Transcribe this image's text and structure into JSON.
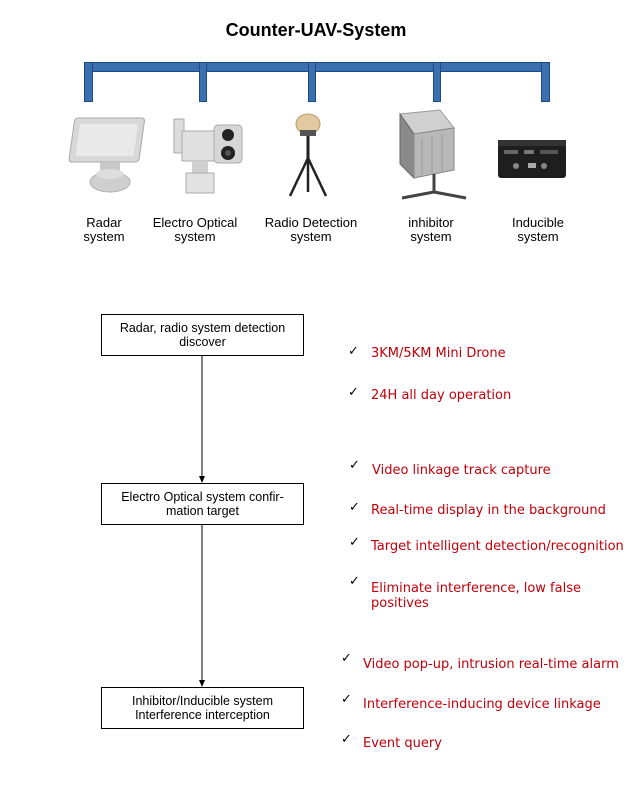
{
  "title": "Counter-UAV-System",
  "devices": [
    {
      "line1": "Radar",
      "line2": "system",
      "icon": "radar-icon"
    },
    {
      "line1": "Electro Optical",
      "line2": "system",
      "icon": "electro-optical-camera-icon"
    },
    {
      "line1": "Radio Detection",
      "line2": "system",
      "icon": "radio-detection-antenna-icon"
    },
    {
      "line1": "inhibitor",
      "line2": "system",
      "icon": "inhibitor-panel-icon"
    },
    {
      "line1": "Inducible",
      "line2": "system",
      "icon": "inducible-device-icon"
    }
  ],
  "flow": [
    {
      "line1": "Radar, radio system detection",
      "line2": "discover"
    },
    {
      "line1": "Electro Optical system confir-",
      "line2": "mation target"
    },
    {
      "line1": "Inhibitor/Inducible system",
      "line2": "Interference interception"
    }
  ],
  "features": {
    "group1": [
      "3KM/5KM Mini Drone",
      "24H all day operation"
    ],
    "group2": [
      "Video linkage track capture",
      "Real-time display in the background",
      "Target intelligent detection/recognition",
      "Eliminate interference, low false positives"
    ],
    "group3": [
      "Video pop-up, intrusion real-time alarm",
      "Interference-inducing device linkage",
      "Event query"
    ]
  },
  "check_mark": "✓",
  "colors": {
    "bar": "#3a6fb0",
    "feature_text": "#c0000a"
  }
}
